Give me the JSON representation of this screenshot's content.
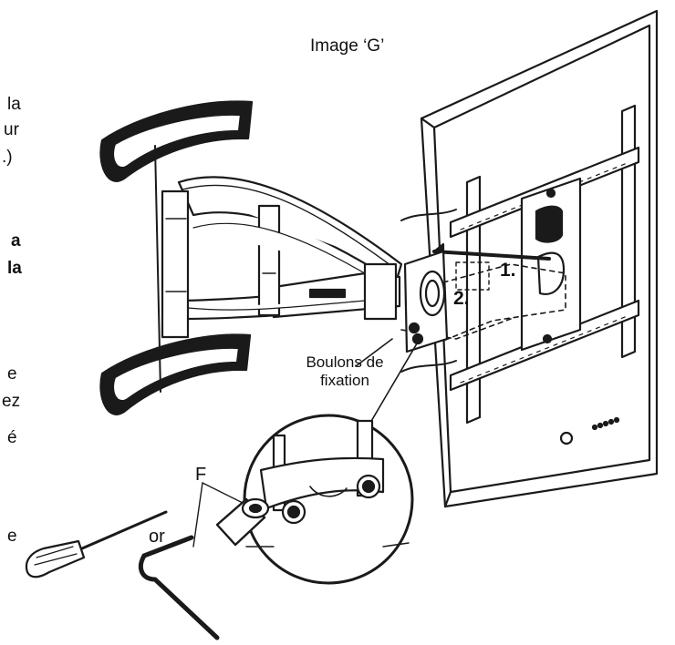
{
  "figure": {
    "title": "Image ‘G’",
    "step_labels": [
      "1.",
      "2."
    ],
    "callout_label": "Boulons de\nfixation",
    "callout_line1": "Boulons de",
    "callout_line2": "fixation",
    "part_label": "F",
    "or_label": "or"
  },
  "side_text_fragments": {
    "line1": "la",
    "line2": "ur",
    "line3": ".)",
    "line4": "a",
    "line5": "la",
    "line6": "e",
    "line7": "ez",
    "line8": "é",
    "line9": "e"
  }
}
